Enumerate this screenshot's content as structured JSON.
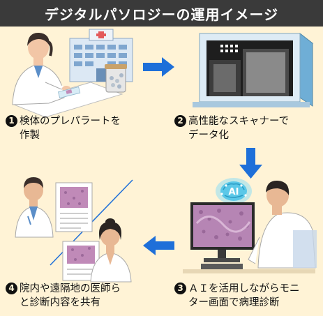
{
  "title": "デジタルパソロジーの運用イメージ",
  "steps": [
    {
      "number": "1",
      "line1": "検体のプレパラートを",
      "line2": "作製"
    },
    {
      "number": "2",
      "line1": "高性能なスキャナーで",
      "line2": "データ化"
    },
    {
      "number": "3",
      "line1": "ＡＩを活用しながらモニ",
      "line2": "ター画面で病理診断"
    },
    {
      "number": "4",
      "line1": "院内や遠隔地の医師ら",
      "line2": "と診断内容を共有"
    }
  ],
  "ai_badge": "AI",
  "colors": {
    "background": "#FFF3D6",
    "title_bar": "#3A3A3A",
    "arrow": "#1E6FD9",
    "tissue": "#C08AB8",
    "ai_glow": "#5BC8E8"
  }
}
